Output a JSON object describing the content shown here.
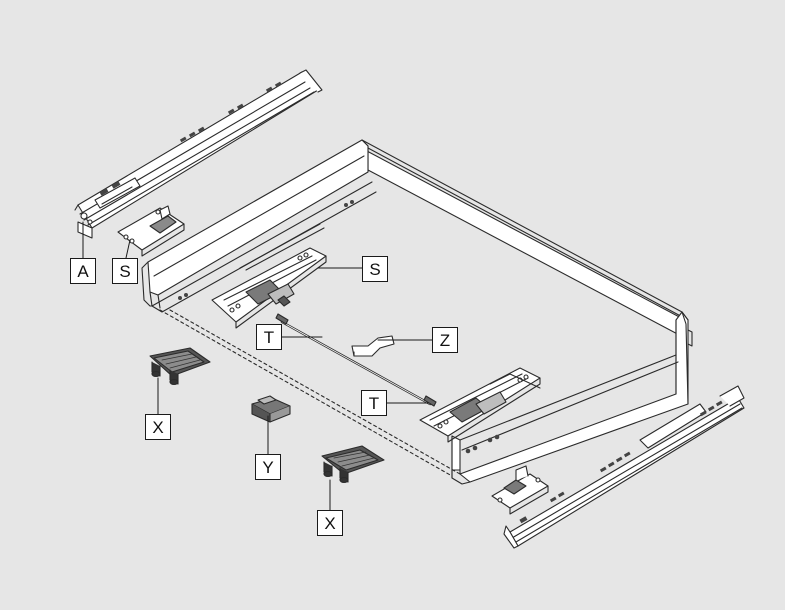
{
  "colors": {
    "background": "#e6e6e6",
    "line": "#2b2b2b",
    "part_fill": "#ffffff",
    "dark_part": "#555555"
  },
  "callouts": {
    "a": "A",
    "s_left": "S",
    "s_right": "S",
    "t_top": "T",
    "t_bottom": "T",
    "z": "Z",
    "x_left": "X",
    "y": "Y",
    "x_bottom": "X"
  }
}
